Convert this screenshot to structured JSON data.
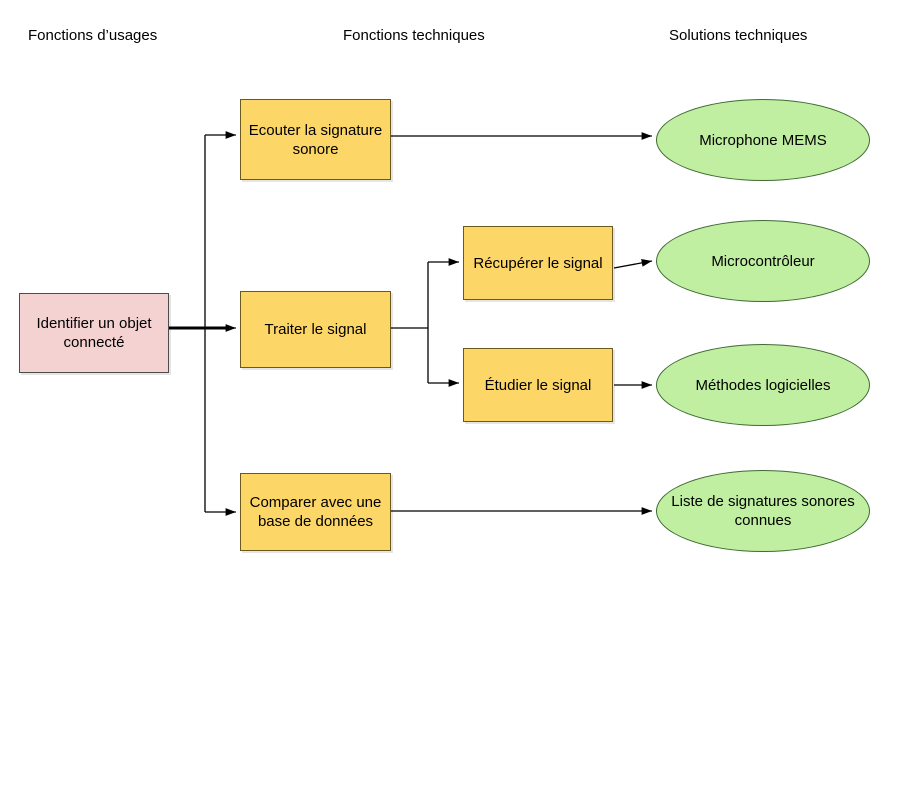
{
  "diagram": {
    "type": "fast-diagram",
    "title_columns": {
      "usages": "Fonctions d’usages",
      "techniques": "Fonctions techniques",
      "solutions": "Solutions techniques"
    },
    "colors": {
      "usage_fill": "#f5d2d2",
      "usage_stroke": "#4d4d4d",
      "technique_fill": "#fcd667",
      "technique_stroke": "#6b5a1e",
      "solution_fill": "#c0efa1",
      "solution_stroke": "#3f6b33",
      "edge": "#000000",
      "background": "#ffffff"
    },
    "nodes": {
      "identifier": "Identifier un objet connecté",
      "ecouter": "Ecouter la signature sonore",
      "traiter": "Traiter le signal",
      "comparer": "Comparer avec une base de données",
      "recuperer": "Récupérer le signal",
      "etudier": "Étudier le signal",
      "microphone": "Microphone MEMS",
      "microcontroleur": "Microcontrôleur",
      "methodes": "Méthodes logicielles",
      "liste": "Liste de signatures sonores connues"
    },
    "edges": [
      {
        "from": "identifier",
        "to": "ecouter"
      },
      {
        "from": "identifier",
        "to": "traiter"
      },
      {
        "from": "identifier",
        "to": "comparer"
      },
      {
        "from": "ecouter",
        "to": "microphone"
      },
      {
        "from": "traiter",
        "to": "recuperer"
      },
      {
        "from": "traiter",
        "to": "etudier"
      },
      {
        "from": "recuperer",
        "to": "microcontroleur"
      },
      {
        "from": "etudier",
        "to": "methodes"
      },
      {
        "from": "comparer",
        "to": "liste"
      }
    ]
  }
}
